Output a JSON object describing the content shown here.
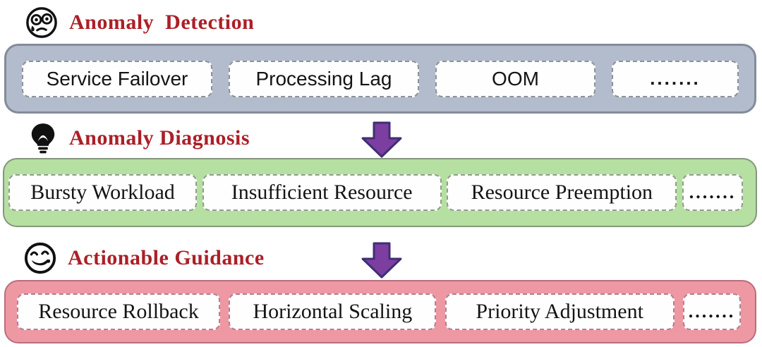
{
  "diagram": {
    "sections": [
      {
        "id": "anomaly-detection",
        "title": "Anomaly  Detection",
        "icon": "anxious-face-icon",
        "band_fill": "#b3bccc",
        "band_border": "#848b99",
        "items": [
          "Service Failover",
          "Processing Lag",
          "OOM",
          "......."
        ]
      },
      {
        "id": "anomaly-diagnosis",
        "title": "Anomaly Diagnosis",
        "icon": "lightbulb-icon",
        "band_fill": "#b6dfa2",
        "band_border": "#84977c",
        "items": [
          "Bursty Workload",
          "Insufficient Resource",
          "Resource Preemption",
          "......."
        ]
      },
      {
        "id": "actionable-guidance",
        "title": "Actionable Guidance",
        "icon": "smiling-face-icon",
        "band_fill": "#ee98a4",
        "band_border": "#b96e7c",
        "items": [
          "Resource Rollback",
          "Horizontal Scaling",
          "Priority Adjustment",
          "......."
        ]
      }
    ],
    "title_color": "#ab1f27",
    "arrow_fill": "#7d3ea1",
    "arrow_border": "#3e2f73"
  }
}
